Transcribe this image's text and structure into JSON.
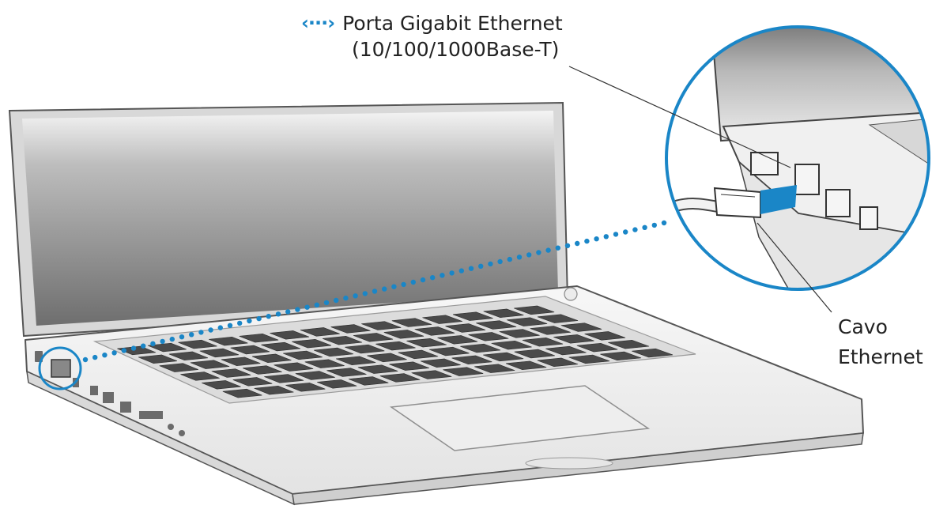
{
  "colors": {
    "accent": "#1a86c7",
    "outline": "#555555",
    "key": "#4a4a4a",
    "body": "#eeeeee",
    "screen": "#6d6d6d"
  },
  "port_label": {
    "icon": "‹···›",
    "icon_name": "ethernet-port-icon",
    "line1": "Porta Gigabit Ethernet",
    "line2": "(10/100/1000Base-T)"
  },
  "cable_label": {
    "line1": "Cavo",
    "line2": "Ethernet"
  }
}
